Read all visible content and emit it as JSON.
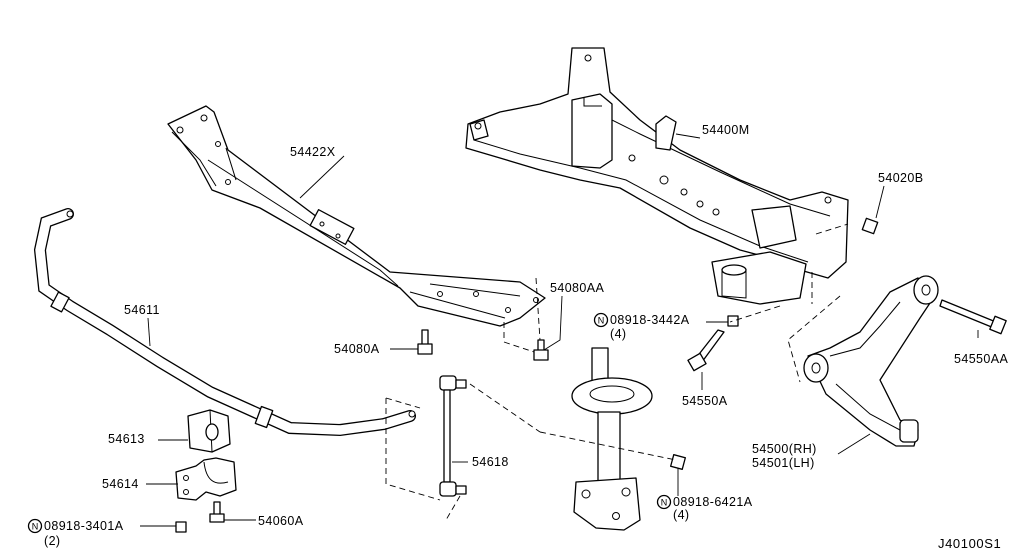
{
  "labels": {
    "p54422x": "54422X",
    "p54400m": "54400M",
    "p54020b": "54020B",
    "p54611": "54611",
    "p54080aa": "54080AA",
    "p54080a": "54080A",
    "p08918_3442a": "08918-3442A",
    "p08918_3442a_qty": "(4)",
    "p54550aa": "54550AA",
    "p54550a": "54550A",
    "p54613": "54613",
    "p54618": "54618",
    "p54500": "54500(RH)",
    "p54501": "54501(LH)",
    "p54614": "54614",
    "p08918_6421a": "08918-6421A",
    "p08918_6421a_qty": "(4)",
    "p08918_3401a": "08918-3401A",
    "p08918_3401a_qty": "(2)",
    "p54060a": "54060A",
    "n_mark": "N"
  },
  "reference": "J40100S1",
  "colors": {
    "line": "#000000",
    "background": "#ffffff"
  }
}
